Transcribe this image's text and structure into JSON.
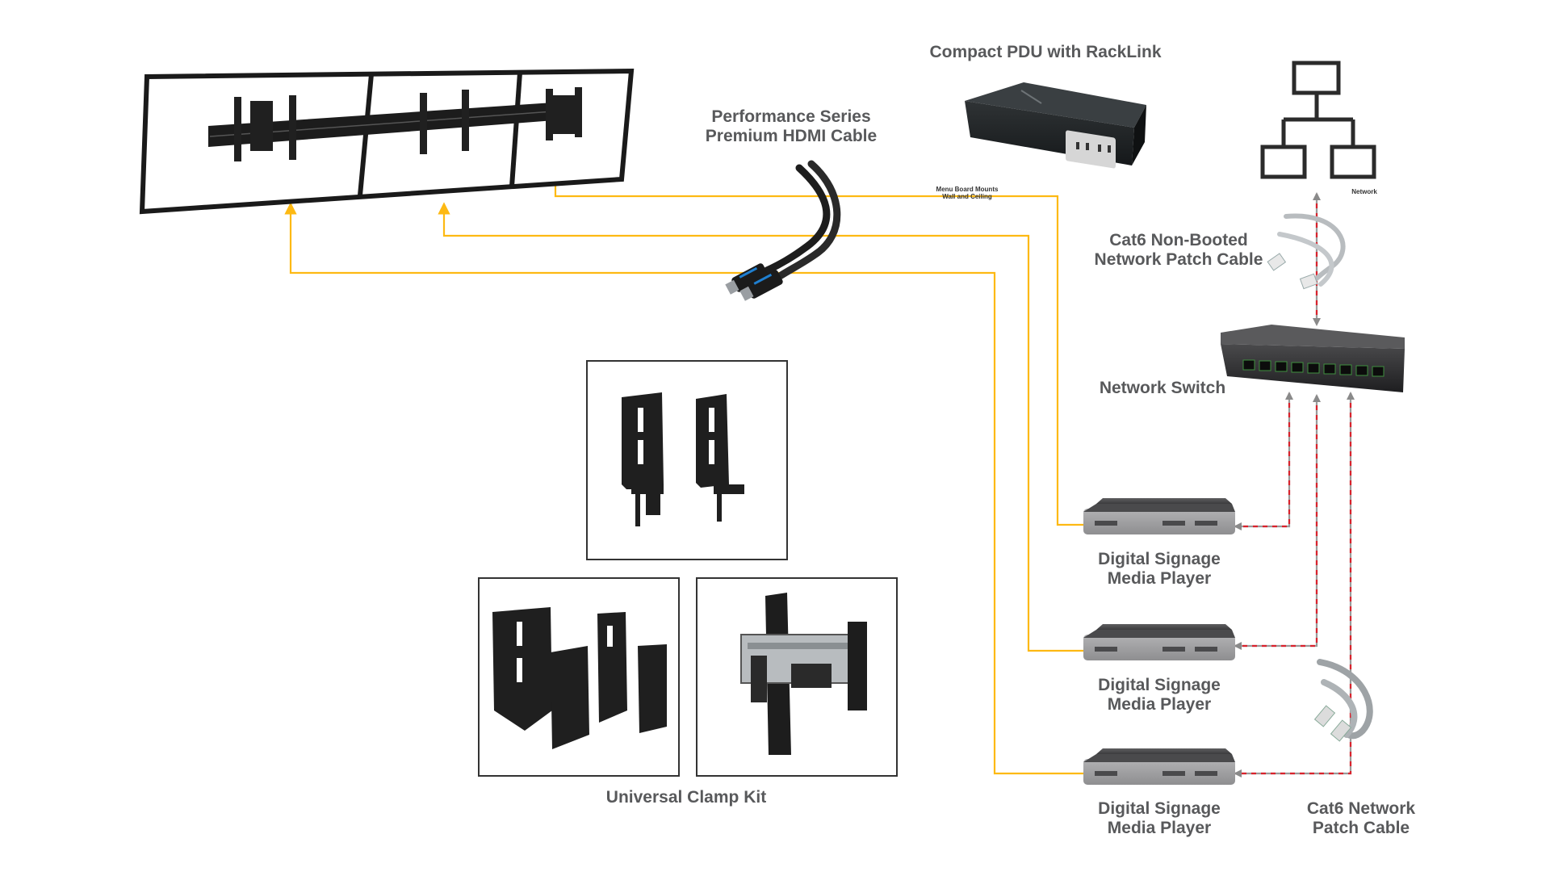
{
  "labels": {
    "pdu": "Compact PDU with RackLink",
    "hdmi": [
      "Performance Series",
      "Premium HDMI Cable"
    ],
    "menu_board": [
      "Menu Board Mounts",
      "Wall and Ceiling"
    ],
    "network": "Network",
    "cat6_nonbooted": [
      "Cat6 Non-Booted",
      "Network Patch Cable"
    ],
    "switch": "Network Switch",
    "player1": [
      "Digital Signage",
      "Media Player"
    ],
    "player2": [
      "Digital Signage",
      "Media Player"
    ],
    "player3": [
      "Digital Signage",
      "Media Player"
    ],
    "clamp_kit": "Universal Clamp Kit",
    "cat6_network": [
      "Cat6 Network",
      "Patch Cable"
    ]
  },
  "colors": {
    "hdmi_line": "#fdb913",
    "network_line": "#d9232d",
    "network_line_alt": "#9a9a9a",
    "label_text": "#58595b",
    "frame": "#1a1a1a"
  },
  "icons": {
    "video_wall": "video-wall-mount-icon",
    "hdmi_cable": "hdmi-cable-icon",
    "pdu": "pdu-icon",
    "network": "network-hierarchy-icon",
    "patch_cable": "patch-cable-icon",
    "switch": "network-switch-icon",
    "player": "media-player-icon",
    "clamp": "clamp-bracket-icon"
  }
}
